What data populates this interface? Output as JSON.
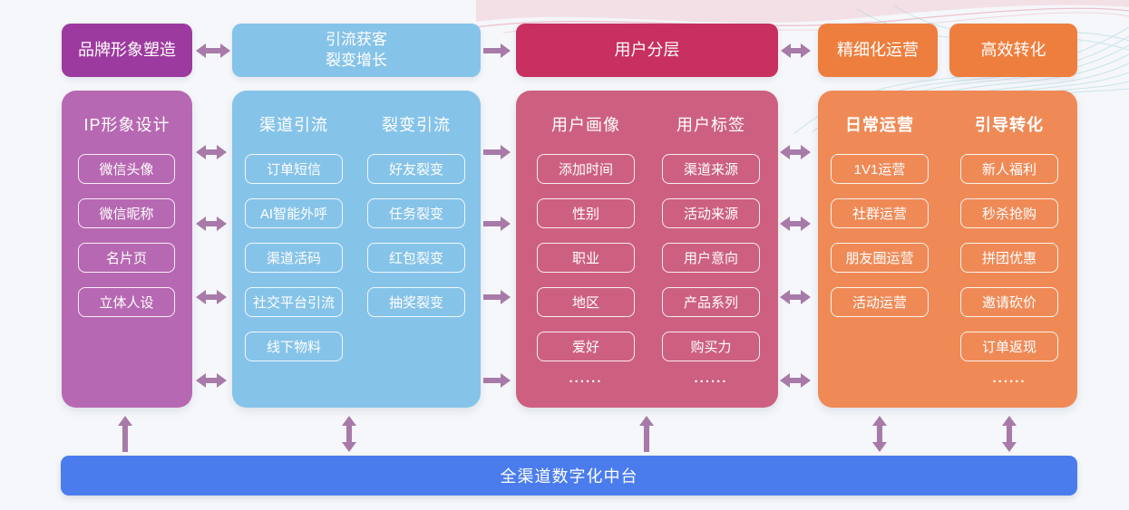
{
  "colors": {
    "background": "#f5f7fa",
    "brand_box": "#9d3a9f",
    "ip_column": "#b768b2",
    "acquisition_blue": "#86c3e9",
    "segmentation_box": "#c73061",
    "user_column": "#cd6081",
    "operation_box": "#ee7e3d",
    "operation_column": "#ef8a57",
    "platform_bar": "#4a7cee",
    "arrow": "#a87aa9"
  },
  "top_row": {
    "brand": "品牌形象塑造",
    "acquisition": "引流获客\n裂变增长",
    "segmentation": "用户分层",
    "refined_operation": "精细化运营",
    "conversion": "高效转化"
  },
  "columns": {
    "ip_design": {
      "title": "IP形象设计",
      "items": [
        "微信头像",
        "微信昵称",
        "名片页",
        "立体人设"
      ]
    },
    "traffic": {
      "channel": {
        "title": "渠道引流",
        "items": [
          "订单短信",
          "AI智能外呼",
          "渠道活码",
          "社交平台引流",
          "线下物料"
        ]
      },
      "fission": {
        "title": "裂变引流",
        "items": [
          "好友裂变",
          "任务裂变",
          "红包裂变",
          "抽奖裂变"
        ]
      }
    },
    "user": {
      "persona": {
        "title": "用户画像",
        "items": [
          "添加时间",
          "性别",
          "职业",
          "地区",
          "爱好"
        ],
        "more": "......"
      },
      "tags": {
        "title": "用户标签",
        "items": [
          "渠道来源",
          "活动来源",
          "用户意向",
          "产品系列",
          "购买力"
        ],
        "more": "......"
      }
    },
    "operation": {
      "daily": {
        "title": "日常运营",
        "items": [
          "1V1运营",
          "社群运营",
          "朋友圈运营",
          "活动运营"
        ]
      },
      "guide": {
        "title": "引导转化",
        "items": [
          "新人福利",
          "秒杀抢购",
          "拼团优惠",
          "邀请砍价",
          "订单返现"
        ],
        "more": "......"
      }
    }
  },
  "bottom_bar": {
    "label": "全渠道数字化中台"
  }
}
